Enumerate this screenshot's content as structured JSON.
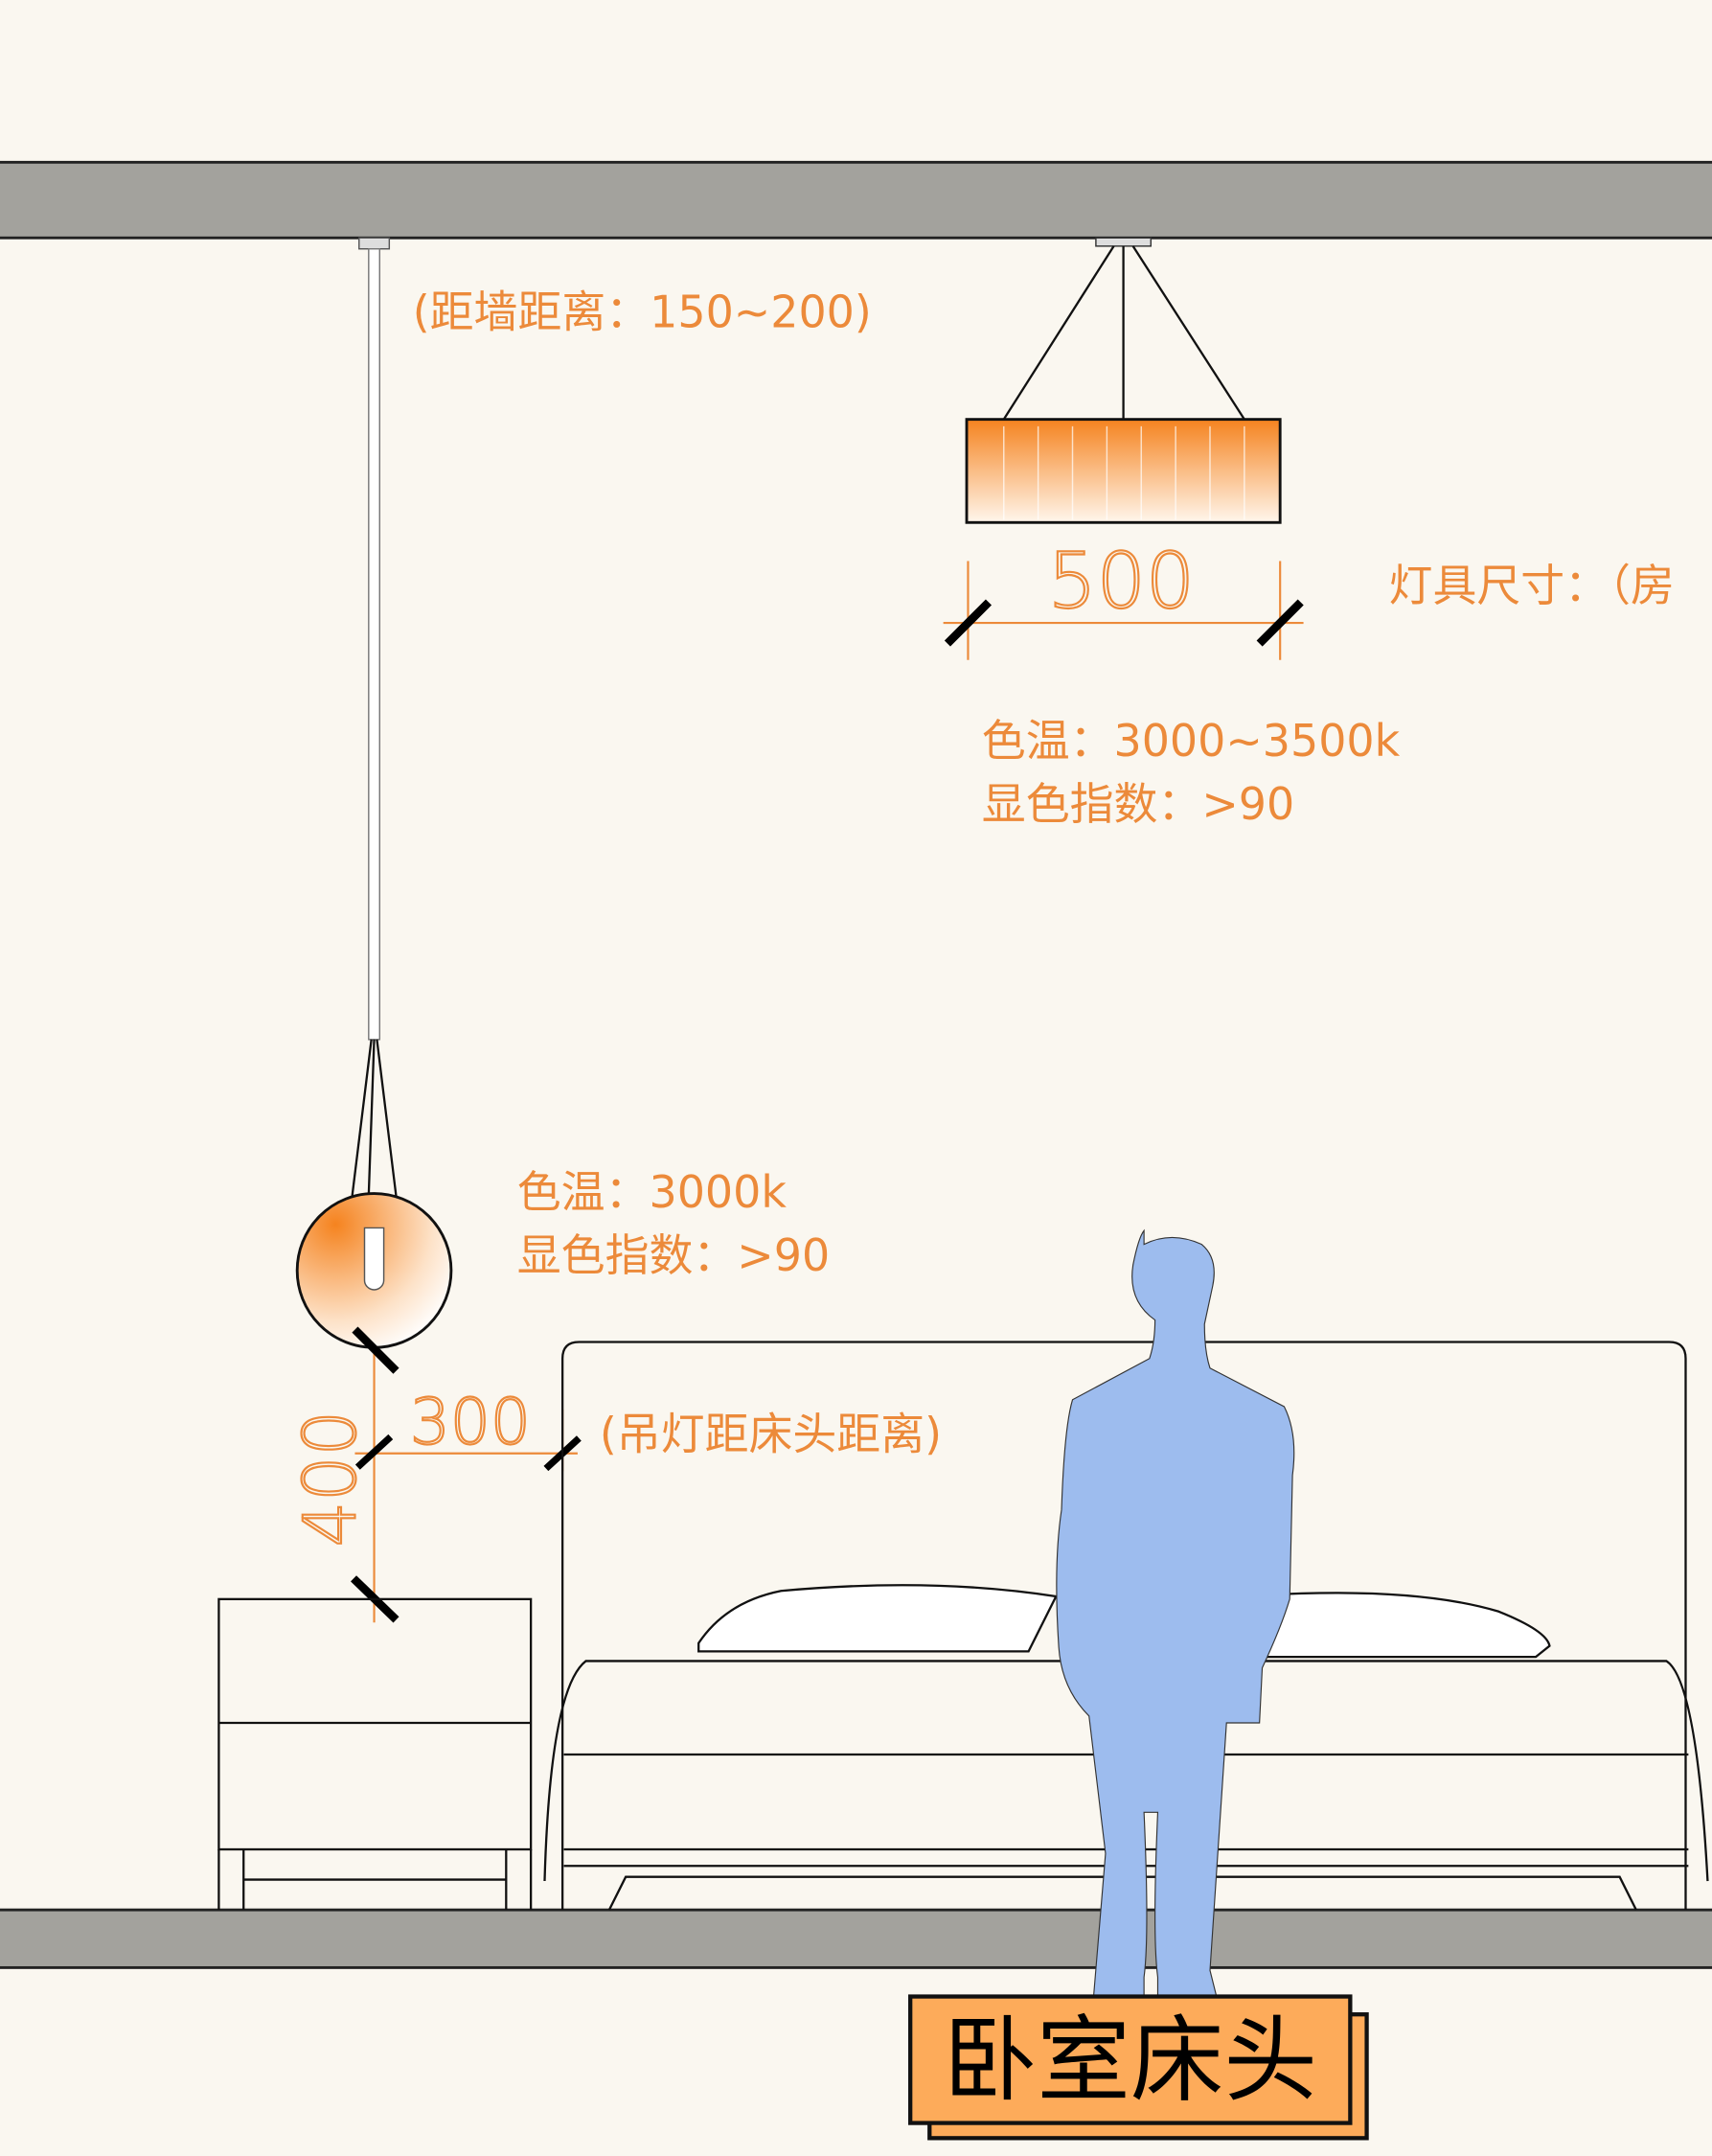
{
  "title": "卧室床头",
  "pendant_lamp": {
    "wall_distance": "(距墙距离：150~200)",
    "color_temp": "色温：3000k",
    "cri": "显色指数：>90",
    "bed_distance_note": "(吊灯距床头距离)"
  },
  "ceiling_lamp": {
    "size_label": "灯具尺寸：（房",
    "color_temp": "色温：3000~3500k",
    "cri": "显色指数：>90"
  },
  "dimensions": {
    "lamp_width": "500",
    "lamp_to_headboard": "300",
    "lamp_to_nightstand": "400"
  },
  "colors": {
    "background": "#faf7f0",
    "slab": "#a3a29d",
    "accent": "#ec8a3a",
    "person": "#9dbcee",
    "title_box": "#fdab5a"
  }
}
